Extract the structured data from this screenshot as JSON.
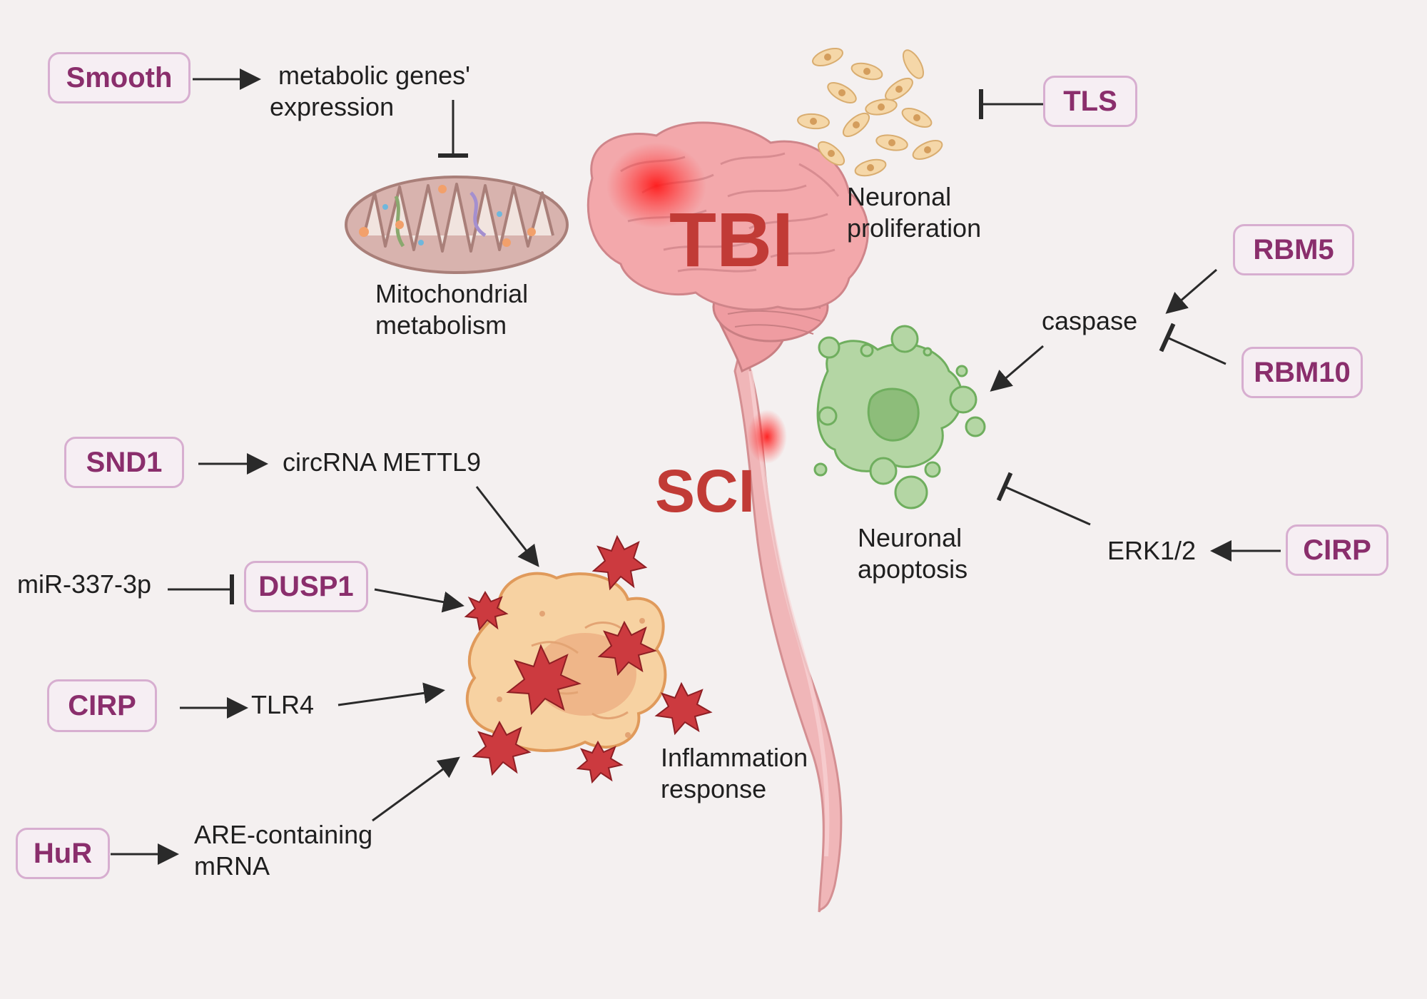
{
  "proteins": {
    "smooth": "Smooth",
    "tls": "TLS",
    "rbm5": "RBM5",
    "rbm10": "RBM10",
    "snd1": "SND1",
    "dusp1": "DUSP1",
    "cirp_left": "CIRP",
    "cirp_right": "CIRP",
    "hur": "HuR"
  },
  "labels": {
    "metabolic_line1": "metabolic genes'",
    "metabolic_line2": "expression",
    "mito_line1": "Mitochondrial",
    "mito_line2": "metabolism",
    "prolif_line1": "Neuronal",
    "prolif_line2": "proliferation",
    "caspase": "caspase",
    "apoptosis_line1": "Neuronal",
    "apoptosis_line2": "apoptosis",
    "erk": "ERK1/2",
    "circrna": "circRNA METTL9",
    "mir": "miR-337-3p",
    "tlr4": "TLR4",
    "are_line1": "ARE-containing",
    "are_line2": "mRNA",
    "inflam_line1": "Inflammation",
    "inflam_line2": "response"
  },
  "regions": {
    "tbi": "TBI",
    "sci": "SCI"
  },
  "colors": {
    "background": "#f4f0f0",
    "protein_text": "#8a2e6c",
    "protein_border": "#d7aed0",
    "region_text": "#c13b36",
    "brain": "#f1a5a8",
    "cell_green": "#b4d6a4",
    "cell_orange": "#f7d2a2",
    "burst_red": "#cc3a3f"
  }
}
